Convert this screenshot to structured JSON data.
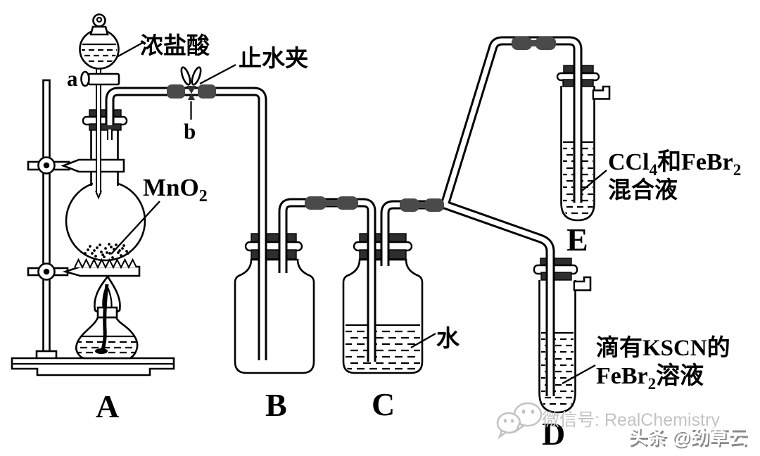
{
  "labels": {
    "conc_hcl": "浓盐酸",
    "pinch_clamp": "止水夹",
    "stopcock_a": "a",
    "clamp_b": "b",
    "mno2": {
      "base": "MnO",
      "sub": "2"
    },
    "water": "水",
    "e_liquid_line1": {
      "p1": "CCl",
      "s1": "4",
      "p2": "和FeBr",
      "s2": "2"
    },
    "e_liquid_line2": "混合液",
    "d_liquid_line1": "滴有KSCN的",
    "d_liquid_line2": {
      "p1": "FeBr",
      "s1": "2",
      "p2": "溶液"
    }
  },
  "apparatus": {
    "flask": "A",
    "bottle_empty": "B",
    "bottle_water": "C",
    "tube_kscn": "D",
    "tube_ccl4": "E"
  },
  "watermark": {
    "wechat_id": "微信号: RealChemistry",
    "toutiao": "头条 @劲草云"
  },
  "colors": {
    "ink": "#000000",
    "stopper_dark": "#2e2e2e",
    "rubber_sleeve": "#4a4a4a",
    "watermark_gray": "#c3c3c3",
    "watermark_shadow": "#8a8a8a",
    "background": "#ffffff"
  }
}
